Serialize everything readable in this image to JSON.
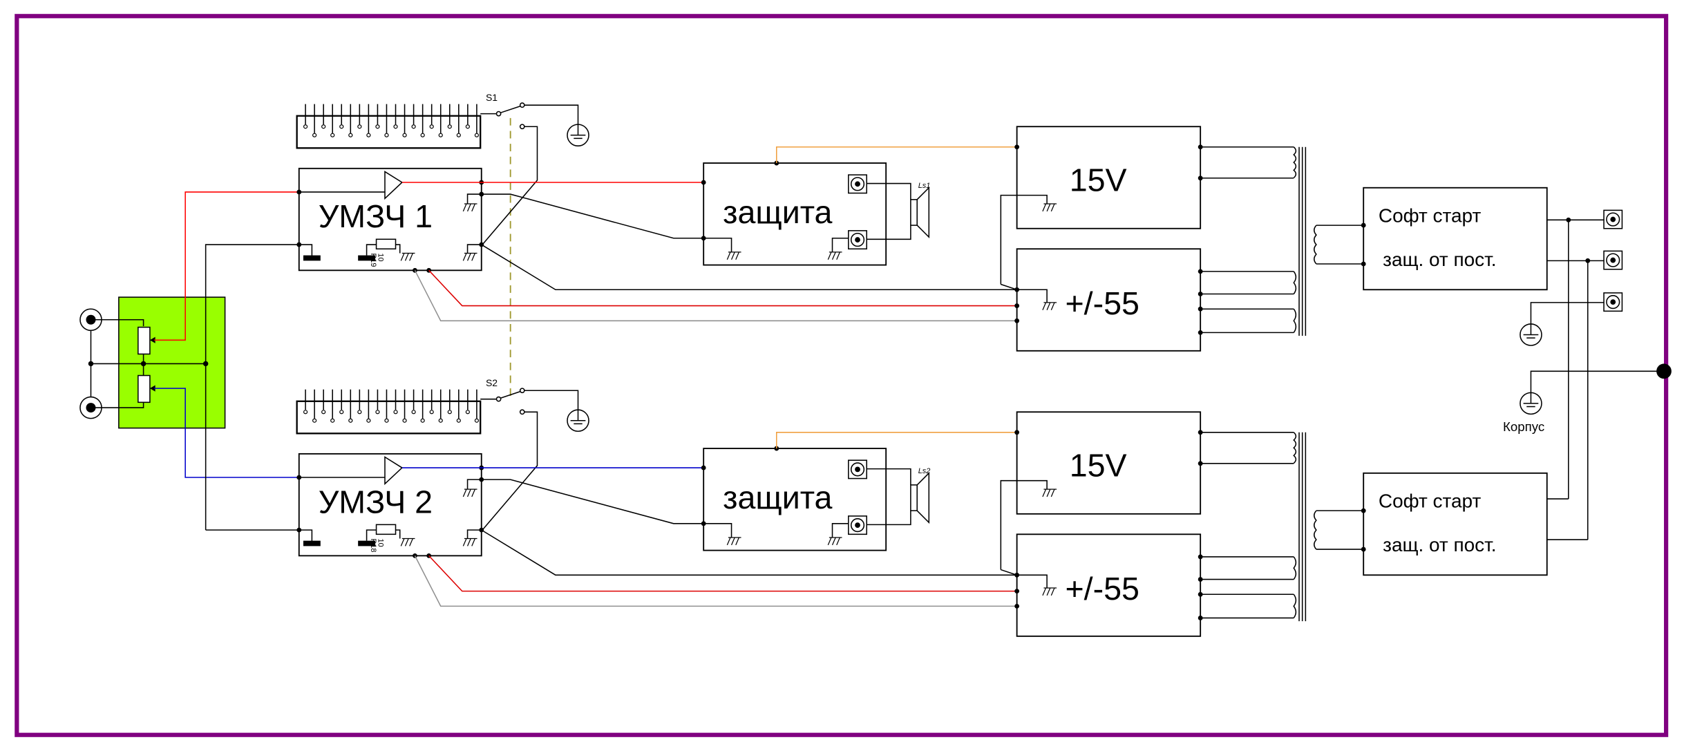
{
  "title": "Блок-схема усилителя",
  "colors": {
    "frame": "#800080",
    "input_board": "#99ff00",
    "signal_left": "#ff0000",
    "signal_right": "#0000cc",
    "supply_15v": "#f0a040",
    "rail_red": "#dd0000",
    "rail_gray": "#909090",
    "mute_link": "#a09a30"
  },
  "channels": [
    {
      "id": 1,
      "amplifier_label": "УМЗЧ 1",
      "switch_label": "S1",
      "resistor_name": "R19",
      "resistor_value": "10",
      "protection_label": "защита",
      "speaker_label": "Ls1",
      "psu_low_label": "15V",
      "psu_high_label": "+/-55",
      "softstart_line1": "Софт старт",
      "softstart_line2": "защ. от пост."
    },
    {
      "id": 2,
      "amplifier_label": "УМЗЧ 2",
      "switch_label": "S2",
      "resistor_name": "R18",
      "resistor_value": "10",
      "protection_label": "защита",
      "speaker_label": "Ls2",
      "psu_low_label": "15V",
      "psu_high_label": "+/-55",
      "softstart_line1": "Софт старт",
      "softstart_line2": "защ. от пост."
    }
  ],
  "chassis_label": "Корпус"
}
